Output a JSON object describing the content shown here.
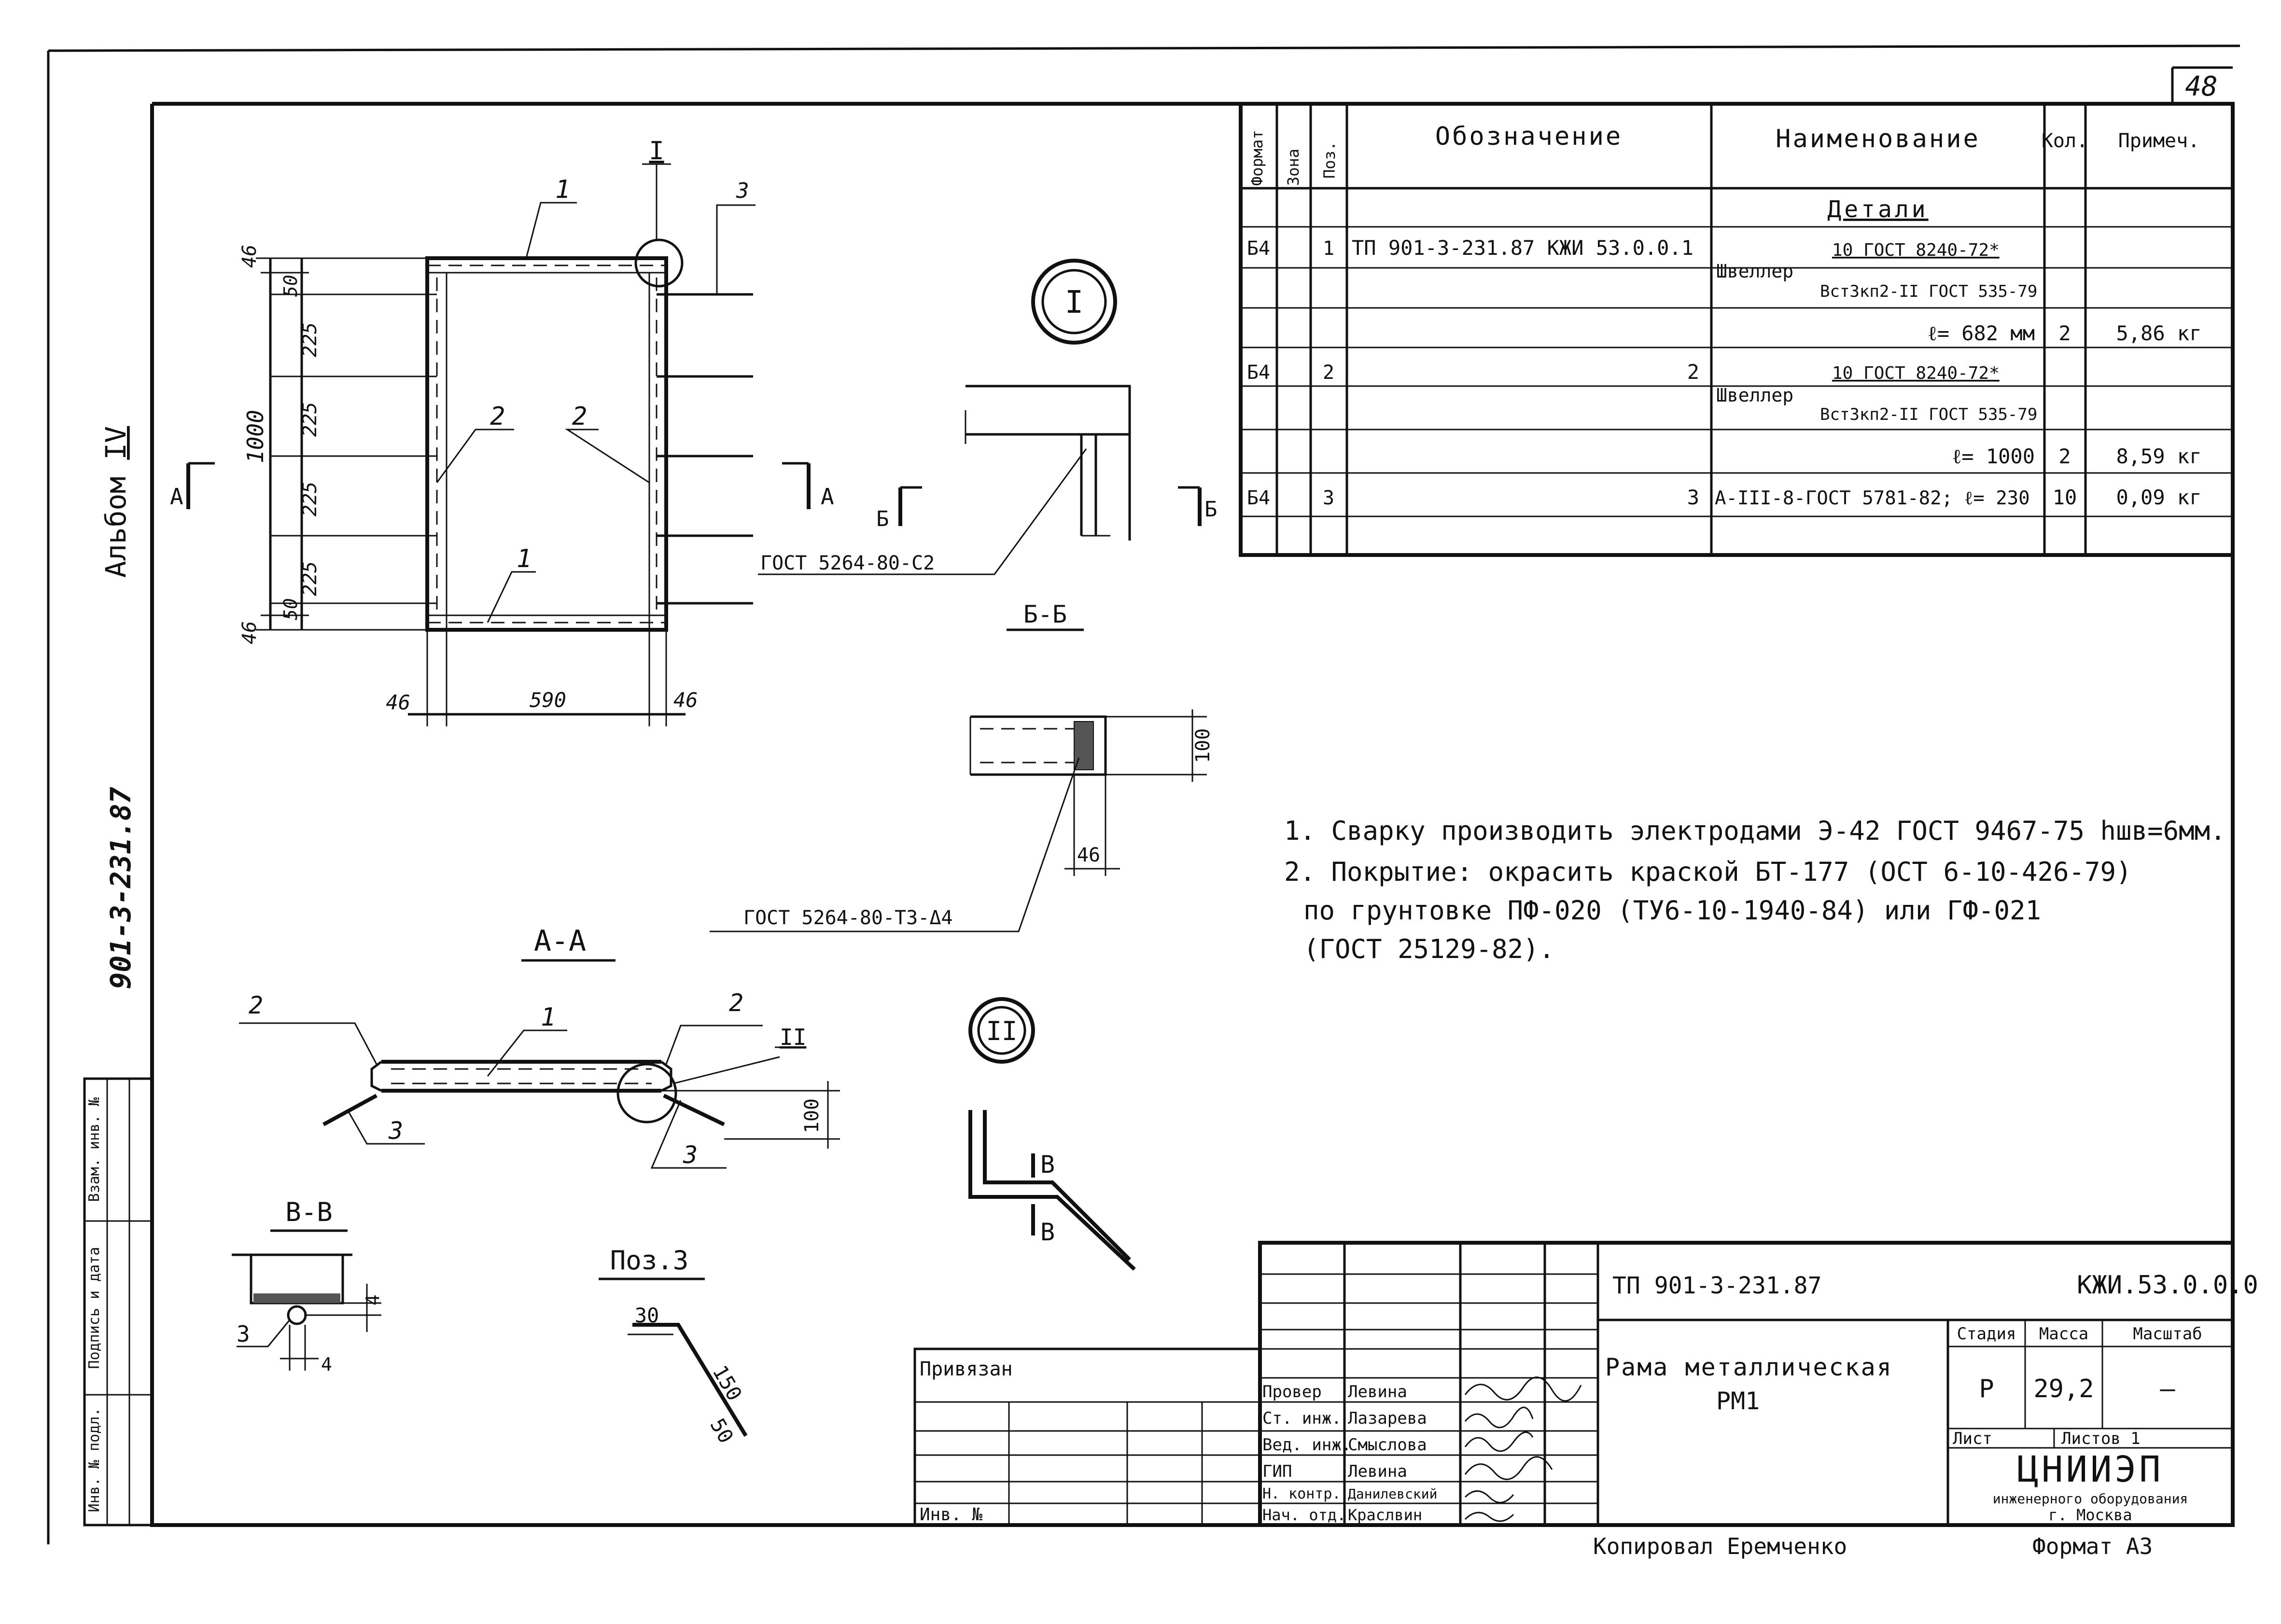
{
  "sheet_number": "48",
  "album": {
    "label": "Альбом",
    "number": "IV"
  },
  "doc_code_vertical": "901-3-231.87",
  "side_stamp": {
    "col1": "Инв. № подл.",
    "col2": "Подпись и дата",
    "col3": "Взам. инв. №"
  },
  "spec_table": {
    "headers": {
      "format": "Формат",
      "zone": "Зона",
      "pos": "Поз.",
      "designation": "Обозначение",
      "name": "Наименование",
      "qty": "Кол.",
      "note": "Примеч."
    },
    "section": "Детали",
    "rows": [
      {
        "format": "Б4",
        "pos": "1",
        "designation": "ТП 901-3-231.87   КЖИ 53.0.0.1",
        "name_prefix": "Швеллер",
        "name_top": "10 ГОСТ 8240-72*",
        "name_bottom": "Вст3кп2-II ГОСТ 535-79"
      },
      {
        "name": "ℓ= 682 мм",
        "qty": "2",
        "note": "5,86 кг"
      },
      {
        "format": "Б4",
        "pos": "2",
        "designation": "2",
        "name_prefix": "Швеллер",
        "name_top": "10 ГОСТ 8240-72*",
        "name_bottom": "Вст3кп2-II ГОСТ 535-79"
      },
      {
        "name": "ℓ= 1000",
        "qty": "2",
        "note": "8,59 кг"
      },
      {
        "format": "Б4",
        "pos": "3",
        "designation": "3",
        "name": "А-III-8-ГОСТ 5781-82;  ℓ= 230",
        "qty": "10",
        "note": "0,09 кг"
      }
    ]
  },
  "notes": [
    "1. Сварку производить электродами Э-42 ГОСТ 9467-75 hшв=6мм.",
    "2. Покрытие: окрасить краской БТ-177 (ОСТ 6-10-426-79)",
    "по грунтовке ПФ-020 (ТУ6-10-1940-84) или ГФ-021",
    "(ГОСТ 25129-82)."
  ],
  "drawing": {
    "plan": {
      "pos1_top": "1",
      "pos1_bottom": "1",
      "pos2_left": "2",
      "pos2_right": "2",
      "pos3": "3",
      "node1": "I",
      "dims_left": [
        "46",
        "50",
        "225",
        "225",
        "225",
        "225",
        "50",
        "46"
      ],
      "dim_total": "1000",
      "dims_bottom": [
        "46",
        "590",
        "46"
      ],
      "section_a": "А",
      "section_b": "Б"
    },
    "node_I": "I",
    "section_bb": {
      "title": "Б-Б",
      "weld": "ГОСТ 5264-80-С2"
    },
    "weld_detail": {
      "weld": "ГОСТ 5264-80-Т3-Δ4",
      "dim_h": "100",
      "dim_w": "46"
    },
    "section_aa": {
      "title": "А-А",
      "pos1": "1",
      "pos2_left": "2",
      "pos2_right": "2",
      "pos3_left": "3",
      "pos3_right": "3",
      "node": "II",
      "dim": "100"
    },
    "node_II": {
      "title": "II",
      "section": "В"
    },
    "section_vv": {
      "title": "В-В",
      "pos": "3",
      "dim1": "4",
      "dim2": "4"
    },
    "pos3": {
      "title": "Поз.3",
      "d1": "30",
      "d2": "150",
      "d3": "50"
    }
  },
  "title_block": {
    "doc_number": "ТП 901-3-231.87",
    "doc_code": "КЖИ.53.0.0.0",
    "title_line1": "Рама металлическая",
    "title_line2": "РМ1",
    "privyazan": "Привязан",
    "inv": "Инв. №",
    "stage_label": "Стадия",
    "mass_label": "Масса",
    "scale_label": "Масштаб",
    "stage": "Р",
    "mass": "29,2",
    "scale": "—",
    "sheet_label": "Лист",
    "sheets_label": "Листов 1",
    "org_name": "ЦНИИЭП",
    "org_sub": "инженерного оборудования",
    "org_city": "г. Москва",
    "signers": [
      {
        "role": "Провер",
        "name": "Левина"
      },
      {
        "role": "Ст. инж.",
        "name": "Лазарева"
      },
      {
        "role": "Вед. инж.",
        "name": "Смыслова"
      },
      {
        "role": "ГИП",
        "name": "Левина"
      },
      {
        "role": "Н. контр.",
        "name": "Данилевский"
      },
      {
        "role": "Нач. отд.",
        "name": "Краслвин"
      }
    ]
  },
  "footer": {
    "copied": "Копировал  Еремченко",
    "format": "Формат А3"
  }
}
